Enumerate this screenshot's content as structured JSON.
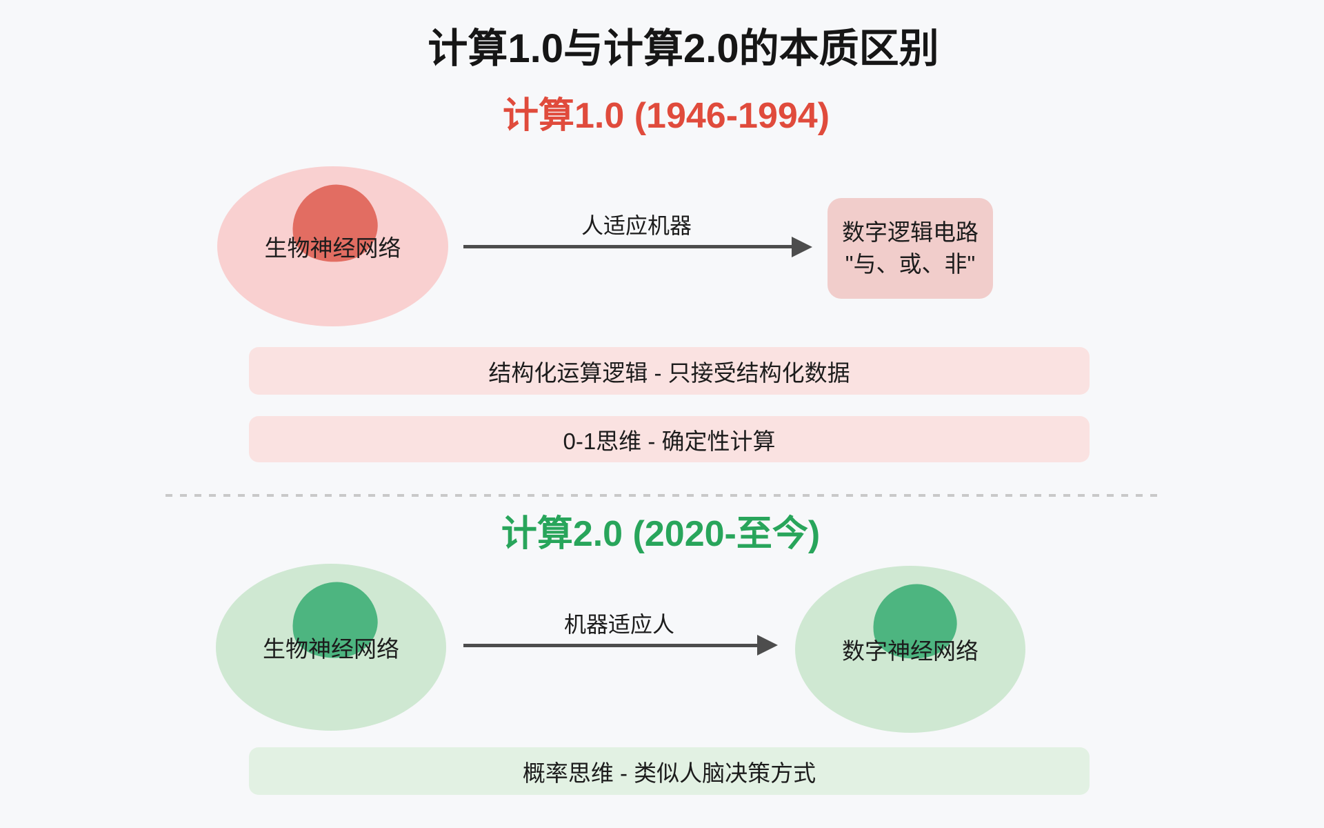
{
  "title": "计算1.0与计算2.0的本质区别",
  "colors": {
    "background": "#f7f8fa",
    "red_accent": "#e04b3c",
    "green_accent": "#28a55b",
    "pink_ellipse": "#f9d0d0",
    "red_blob": "#e26d62",
    "pink_box": "#f1cdcb",
    "pink_banner": "#fae2e1",
    "green_ellipse": "#cfe8d2",
    "green_blob": "#4db580",
    "green_banner": "#e2f1e3",
    "arrow": "#4d4d4d",
    "divider": "#c9c9c9",
    "text": "#1c1c1c"
  },
  "section1": {
    "heading": "计算1.0 (1946-1994)",
    "source_label": "生物神经网络",
    "arrow_label": "人适应机器",
    "target_box": {
      "line1": "数字逻辑电路",
      "line2": "\"与、或、非\""
    },
    "banners": [
      "结构化运算逻辑 - 只接受结构化数据",
      "0-1思维 - 确定性计算"
    ]
  },
  "section2": {
    "heading": "计算2.0 (2020-至今)",
    "source_label": "生物神经网络",
    "arrow_label": "机器适应人",
    "target_label": "数字神经网络",
    "banner": "概率思维 - 类似人脑决策方式"
  }
}
